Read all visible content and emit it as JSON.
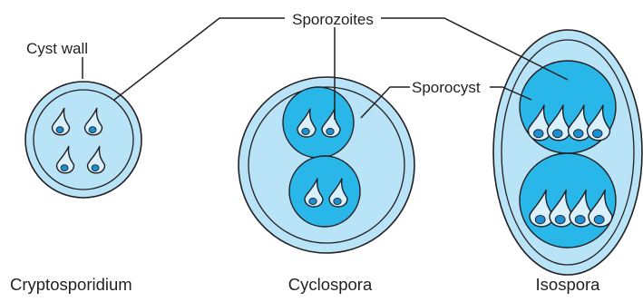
{
  "labels": {
    "sporozoites": "Sporozoites",
    "cyst_wall": "Cyst wall",
    "sporocyst": "Sporocyst"
  },
  "organisms": [
    {
      "name": "Cryptosporidium"
    },
    {
      "name": "Cyclospora"
    },
    {
      "name": "Isospora"
    }
  ],
  "colors": {
    "wall_fill": "#b9e3f7",
    "cyst_fill": "#8fd3f4",
    "sporocyst_fill": "#29b6e9",
    "sporozoite_fill": "#d9f1fc",
    "nucleus_fill": "#1b8fd4",
    "line": "#231f20"
  }
}
